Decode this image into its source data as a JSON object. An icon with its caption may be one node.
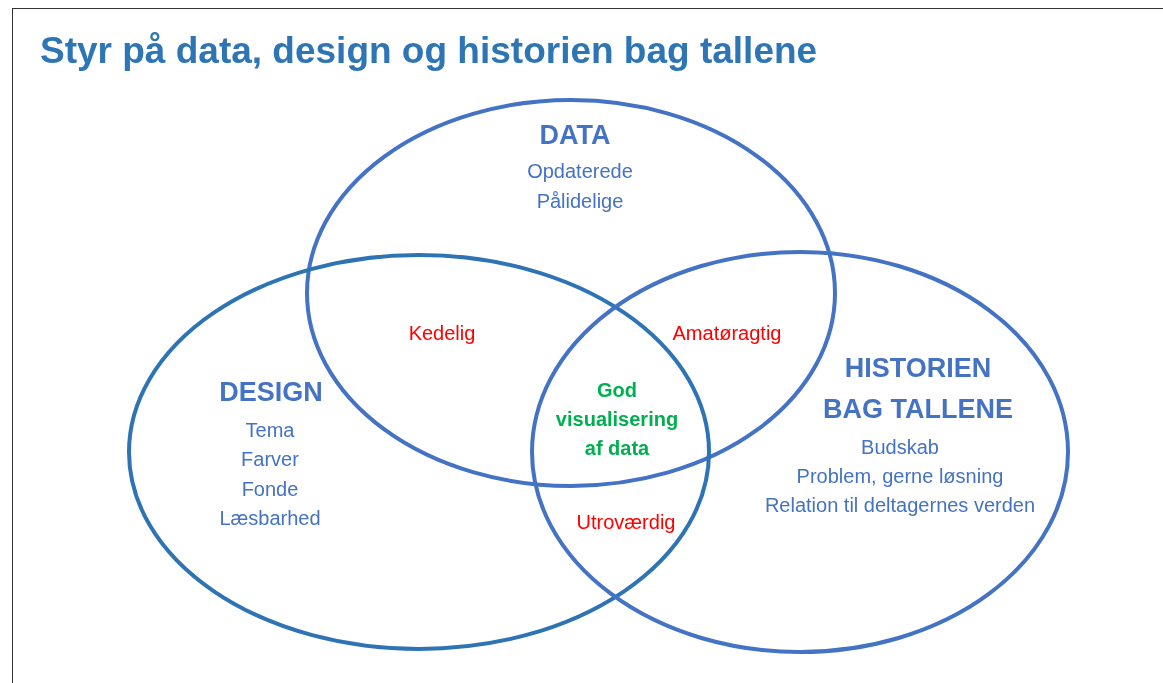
{
  "diagram": {
    "title": "Styr på data, design og historien bag tallene",
    "nodes": [
      {
        "text": [
          "DATA",
          "Opdaterede",
          "Pålidelige"
        ]
      },
      {
        "text": [
          "DESIGN",
          "Tema",
          "Farver",
          "Fonde",
          "Læsbarhed"
        ]
      },
      {
        "text": [
          "HISTORIEN BAG TALLENE",
          "Budskab",
          "Problem, gerne løsning",
          "Relation til deltagernes verden"
        ]
      }
    ],
    "labels": [
      "Kedelig",
      "Amatøragtig",
      "God visualisering af data",
      "Utroværdig"
    ]
  }
}
